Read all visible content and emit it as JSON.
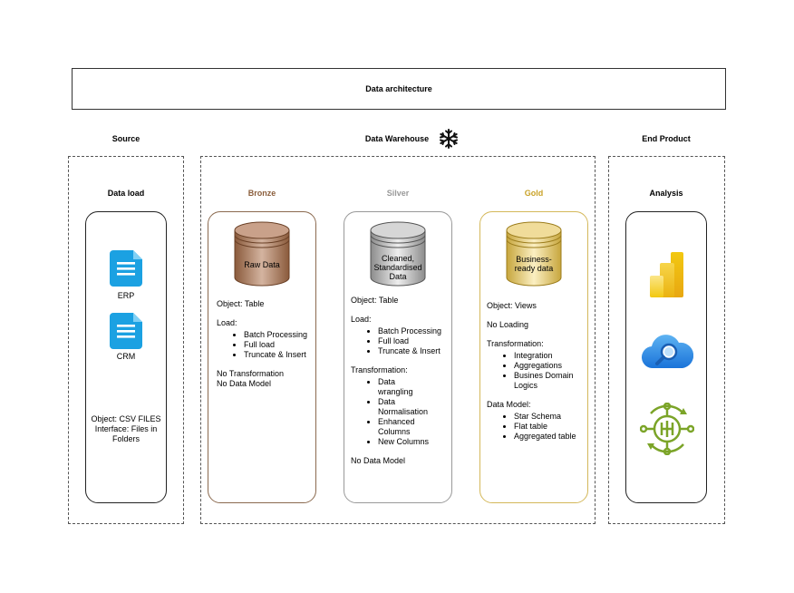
{
  "header": {
    "title": "Data architecture"
  },
  "sections": {
    "source": "Source",
    "warehouse": "Data Warehouse",
    "end_product": "End Product"
  },
  "source": {
    "heading": "Data load",
    "files": [
      "ERP",
      "CRM"
    ],
    "details": [
      "Object: CSV FILES",
      "Interface: Files in Folders"
    ]
  },
  "layers": {
    "bronze": {
      "label": "Bronze",
      "db_label": "Raw Data",
      "object": "Object: Table",
      "load": "Load:",
      "load_items": [
        "Batch Processing",
        "Full load",
        "Truncate & Insert"
      ],
      "notes": [
        "No Transformation",
        "No Data Model"
      ]
    },
    "silver": {
      "label": "Silver",
      "db_label": "Cleaned, Standardised Data",
      "object": "Object: Table",
      "load": "Load:",
      "load_items": [
        "Batch Processing",
        "Full load",
        "Truncate & Insert"
      ],
      "transformation": "Transformation:",
      "transformation_items": [
        "Data wrangling",
        "Data Normalisation",
        "Enhanced Columns",
        "New Columns"
      ],
      "notes": [
        "No Data Model"
      ]
    },
    "gold": {
      "label": "Gold",
      "db_label": "Business-ready data",
      "object": "Object: Views",
      "loading": "No Loading",
      "transformation": "Transformation:",
      "transformation_items": [
        "Integration",
        "Aggregations",
        "Busines Domain Logics"
      ],
      "data_model": "Data Model:",
      "data_model_items": [
        "Star Schema",
        "Flat table",
        "Aggregated table"
      ]
    }
  },
  "analysis": {
    "heading": "Analysis"
  },
  "colors": {
    "bronze": "#8b5e3c",
    "silver": "#999999",
    "gold": "#c9a227",
    "file_icon": "#1ba1e2"
  }
}
